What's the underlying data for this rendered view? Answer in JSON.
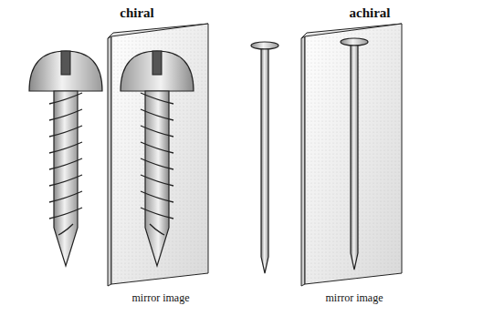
{
  "diagram": {
    "labels": [
      "chiral",
      "achiral",
      "mirror image",
      "mirror image"
    ]
  }
}
